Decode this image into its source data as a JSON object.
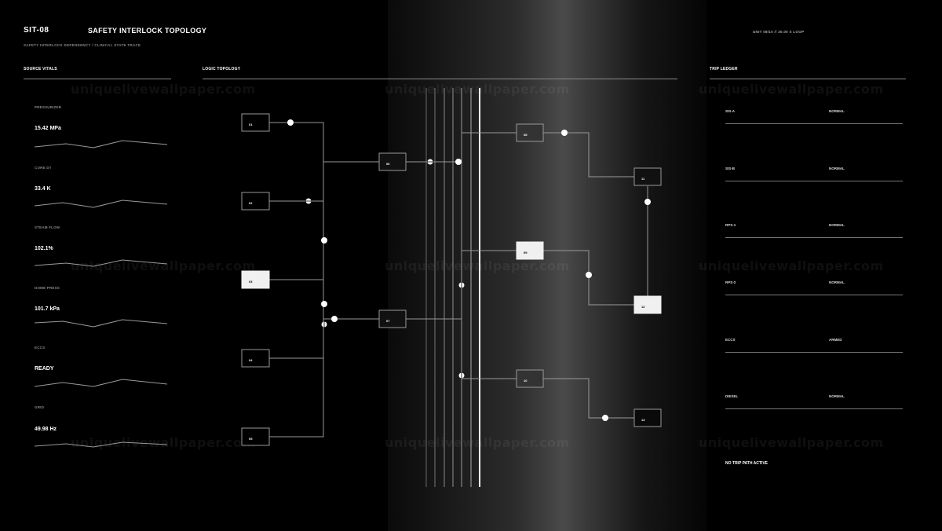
{
  "header": {
    "brand": "SIT-08",
    "title": "SAFETY INTERLOCK TOPOLOGY",
    "subtitle": "SAFETY INTERLOCK DEPENDENCY / CLINICAL STATE TRACE",
    "unit_readout": "UNIT 08/10  //  30.00 S LOOP"
  },
  "sections": {
    "vitals": "SOURCE VITALS",
    "topology": "LOGIC TOPOLOGY",
    "ledger": "TRIP LEDGER"
  },
  "vitals": [
    {
      "label": "PRESSURIZER",
      "value": "15.42 MPa"
    },
    {
      "label": "CORE DT",
      "value": "33.4 K"
    },
    {
      "label": "STEAM FLOW",
      "value": "102.1%"
    },
    {
      "label": "DOME PRESS",
      "value": "101.7 kPa"
    },
    {
      "label": "ECCS",
      "value": "READY"
    },
    {
      "label": "GRID",
      "value": "49.98 Hz"
    }
  ],
  "nodes": [
    {
      "id": "01",
      "active": false
    },
    {
      "id": "02",
      "active": false
    },
    {
      "id": "03",
      "active": true
    },
    {
      "id": "04",
      "active": false
    },
    {
      "id": "05",
      "active": false
    },
    {
      "id": "06",
      "active": false
    },
    {
      "id": "07",
      "active": false
    },
    {
      "id": "08",
      "active": false
    },
    {
      "id": "09",
      "active": true
    },
    {
      "id": "10",
      "active": false
    },
    {
      "id": "11",
      "active": false
    },
    {
      "id": "12",
      "active": true
    },
    {
      "id": "13",
      "active": false
    }
  ],
  "ledger": [
    {
      "system": "SIS-A",
      "state": "NORMAL"
    },
    {
      "system": "SIS-B",
      "state": "NORMAL"
    },
    {
      "system": "RPS-1",
      "state": "NORMAL"
    },
    {
      "system": "RPS-2",
      "state": "NORMAL"
    },
    {
      "system": "ECCS",
      "state": "ARMED"
    },
    {
      "system": "DIESEL",
      "state": "NORMAL"
    }
  ],
  "footer": {
    "status": "NO TRIP PATH ACTIVE"
  },
  "watermark": "uniquelivewallpaper.com",
  "colors": {
    "background": "#000000",
    "line": "#9a9a9a",
    "active_node": "#f0f0f0",
    "text": "#ffffff"
  }
}
